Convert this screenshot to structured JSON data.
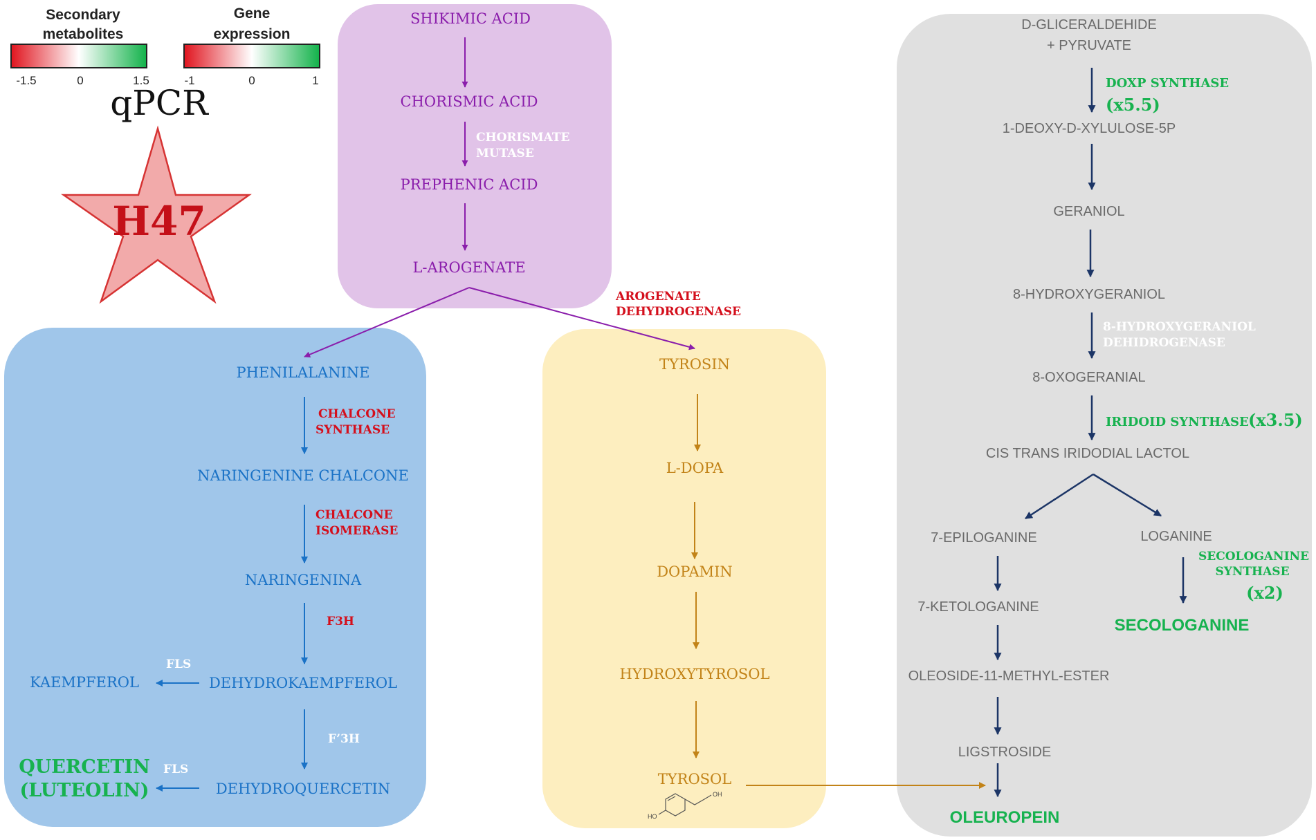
{
  "legend": {
    "secondary_metabolites": {
      "title_line1": "Secondary",
      "title_line2": "metabolites",
      "ticks": [
        "-1.5",
        "0",
        "1.5"
      ]
    },
    "gene_expression": {
      "title_line1": "Gene",
      "title_line2": "expression",
      "ticks": [
        "-1",
        "0",
        "1"
      ]
    },
    "scale_colors": {
      "low": "#e0141e",
      "mid": "#ffffff",
      "high": "#12b24a"
    }
  },
  "method_label": "qPCR",
  "sample_label": "H47",
  "colors": {
    "shikimate_box": "#e1c3e8",
    "phenylpropanoid_box": "#a0c6ea",
    "tyrosol_box": "#fdeebf",
    "secoiridoid_box": "#e0e0e0",
    "shikimate_text": "#8a1dab",
    "phenylpropanoid_text": "#1a72c6",
    "tyrosol_text": "#c28318",
    "secoiridoid_text": "#6a6a6a",
    "secoiridoid_arrow": "#1c3566",
    "enzyme_down": "#d40f1c",
    "enzyme_up": "#17b24f",
    "enzyme_neutral": "#ffffff",
    "star_fill": "#f2aaaa",
    "star_stroke": "#d63333"
  },
  "shikimate": {
    "metabolites": {
      "shikimic_acid": "SHIKIMIC ACID",
      "chorismic_acid": "CHORISMIC ACID",
      "prephenic_acid": "PREPHENIC ACID",
      "l_arogenate": "L-AROGENATE"
    },
    "enzymes": {
      "chorismate_mutase_line1": "CHORISMATE",
      "chorismate_mutase_line2": "MUTASE",
      "arogenate_dh_line1": "AROGENATE",
      "arogenate_dh_line2": "DEHYDROGENASE"
    }
  },
  "phenylpropanoid": {
    "metabolites": {
      "phenilalanine": "PHENILALANINE",
      "naringenine_chalcone": "NARINGENINE CHALCONE",
      "naringenina": "NARINGENINA",
      "dehydrokaempferol": "DEHYDROKAEMPFEROL",
      "kaempferol": "KAEMPFEROL",
      "dehydroquercetin": "DEHYDROQUERCETIN",
      "quercetin_line1": "QUERCETIN",
      "quercetin_line2": "(LUTEOLIN)"
    },
    "enzymes": {
      "chalcone_synthase_line1": "CHALCONE",
      "chalcone_synthase_line2": "SYNTHASE",
      "chalcone_isomerase_line1": "CHALCONE",
      "chalcone_isomerase_line2": "ISOMERASE",
      "f3h": "F3H",
      "fls_kaempferol": "FLS",
      "f3prime_h": "F’3H",
      "fls_quercetin": "FLS"
    }
  },
  "tyrosol": {
    "metabolites": {
      "tyrosin": "TYROSIN",
      "l_dopa": "L-DOPA",
      "dopamin": "DOPAMIN",
      "hydroxytyrosol": "HYDROXYTYROSOL",
      "tyrosol": "TYROSOL"
    },
    "structure_labels": {
      "oh": "OH",
      "ho": "HO"
    }
  },
  "secoiridoid": {
    "metabolites": {
      "gliceraldehide_line1": "D-GLICERALDEHIDE",
      "gliceraldehide_line2": "+ PYRUVATE",
      "deoxy_xylulose": "1-DEOXY-D-XYLULOSE-5P",
      "geraniol": "GERANIOL",
      "hydroxygeraniol": "8-HYDROXYGERANIOL",
      "oxogeranial": "8-OXOGERANIAL",
      "iridodial_lactol": "CIS TRANS IRIDODIAL LACTOL",
      "epiloganine": "7-EPILOGANINE",
      "loganine": "LOGANINE",
      "ketologanine": "7-KETOLOGANINE",
      "oleoside": "OLEOSIDE-11-METHYL-ESTER",
      "ligstroside": "LIGSTROSIDE",
      "oleuropein": "OLEUROPEIN",
      "secologanine": "SECOLOGANINE"
    },
    "enzymes": {
      "doxp_synthase": "DOXP SYNTHASE",
      "doxp_fold": "(x5.5)",
      "hgd_line1": "8-HYDROXYGERANIOL",
      "hgd_line2": "DEHIDROGENASE",
      "iridoid_synthase": "IRIDOID SYNTHASE",
      "iridoid_fold": "(x3.5)",
      "seco_line1": "SECOLOGANINE",
      "seco_line2": "SYNTHASE",
      "seco_fold": "(x2)"
    }
  }
}
